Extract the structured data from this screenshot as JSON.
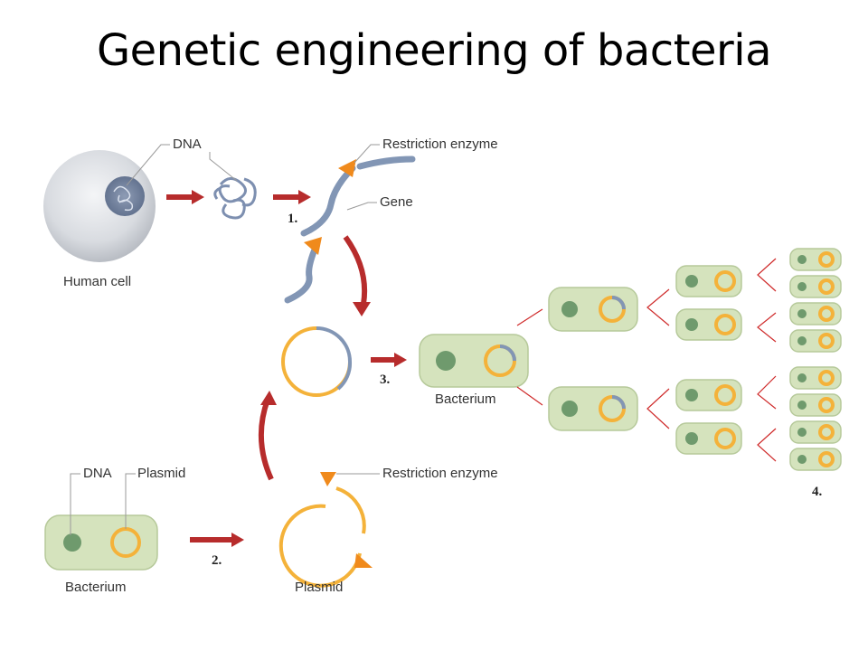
{
  "title": "Genetic engineering of bacteria",
  "labels": {
    "human_cell": "Human cell",
    "dna_top": "DNA",
    "restriction_enzyme_top": "Restriction enzyme",
    "gene": "Gene",
    "bacterium_mid": "Bacterium",
    "dna_bottom": "DNA",
    "plasmid_top": "Plasmid",
    "restriction_enzyme_bottom": "Restriction enzyme",
    "bacterium_bottom": "Bacterium",
    "plasmid_bottom": "Plasmid"
  },
  "steps": [
    "1.",
    "2.",
    "3.",
    "4."
  ],
  "colors": {
    "arrow": "#b72c2c",
    "bacterium_fill": "#d5e3bd",
    "plasmid": "#f4b23a",
    "gene": "#8296b5",
    "enzyme": "#f08a1c"
  }
}
